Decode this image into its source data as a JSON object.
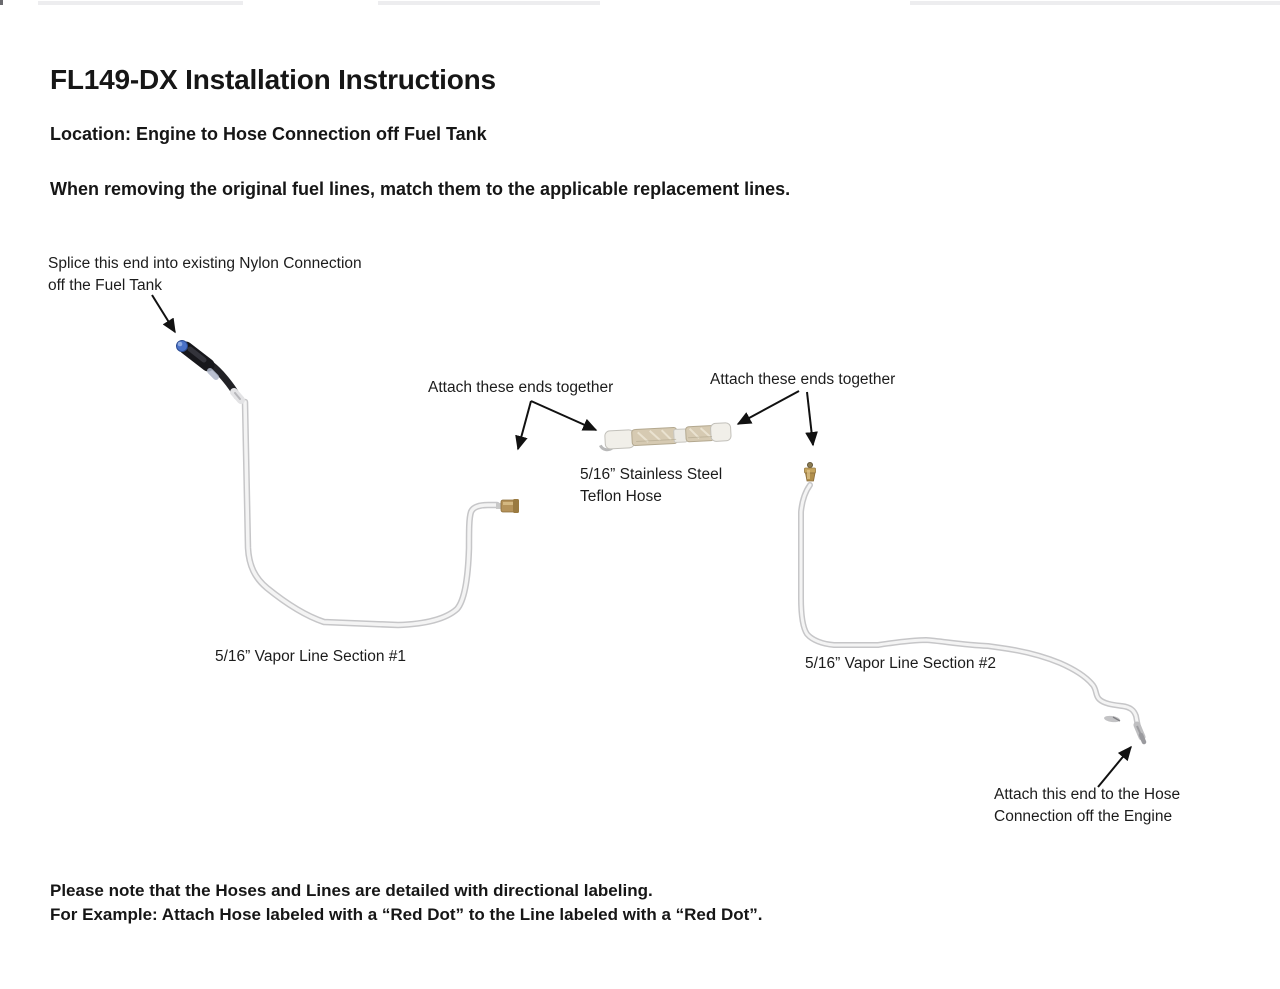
{
  "document": {
    "title": "FL149-DX Installation Instructions",
    "location": "Location: Engine to Hose Connection off Fuel Tank",
    "intro": "When removing the original fuel lines, match them to the applicable replacement lines.",
    "note": {
      "line1": "Please note that the Hoses and Lines are detailed with directional labeling.",
      "line2": "For Example: Attach Hose labeled with a “Red Dot” to the Line labeled with a “Red Dot”."
    }
  },
  "diagram": {
    "splice_label": {
      "line1": "Splice this end into existing Nylon Connection",
      "line2": "off the Fuel Tank"
    },
    "attach_left_label": "Attach these ends together",
    "attach_right_label": "Attach these ends together",
    "stainless_hose_label": {
      "line1": "5/16” Stainless Steel",
      "line2": "Teflon Hose"
    },
    "vapor_line_1_label": "5/16” Vapor Line Section #1",
    "vapor_line_2_label": "5/16” Vapor Line Section #2",
    "engine_label": {
      "line1": "Attach this end to the Hose",
      "line2": "Connection off the Engine"
    },
    "parts": {
      "fuel_tank_connector": "black nylon connector with blue ring",
      "vapor_line_1": "5/16 vapor line section 1",
      "vapor_line_2": "5/16 vapor line section 2",
      "stainless_teflon_hose": "5/16 stainless steel teflon hose",
      "line1_end_fitting": "brass fitting",
      "line2_top_fitting": "brass fitting",
      "engine_end_fitting": "engine end fitting"
    }
  },
  "colors": {
    "text": "#161616",
    "arrow": "#111111",
    "tube_outline": "#c6c6c8",
    "tube_fill": "#f4f4f4",
    "black_hose": "#222226",
    "blue_ring": "#4a72c8",
    "brass": "#b5935a",
    "braid": "#d6cab2",
    "hose_cap": "#f1efe9"
  }
}
